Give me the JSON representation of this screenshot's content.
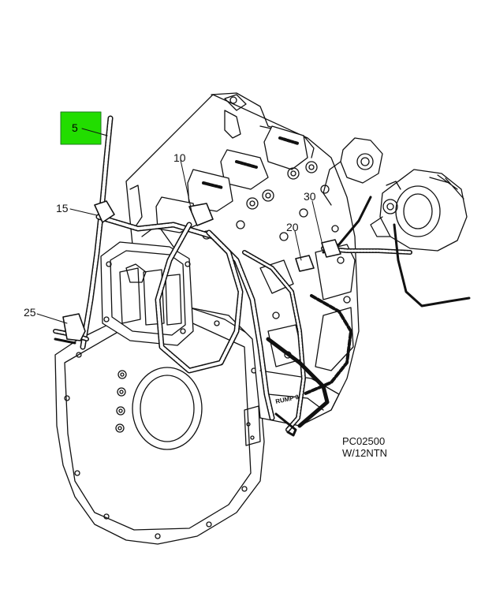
{
  "diagram": {
    "highlight_color": "#22dd00",
    "callouts": {
      "c5": "5",
      "c10": "10",
      "c15": "15",
      "c20": "20",
      "c25": "25",
      "c30": "30"
    },
    "caption": {
      "line1": "PC02500",
      "line2": "W/12NTN"
    },
    "engine_stamp": "RUMP 3"
  }
}
